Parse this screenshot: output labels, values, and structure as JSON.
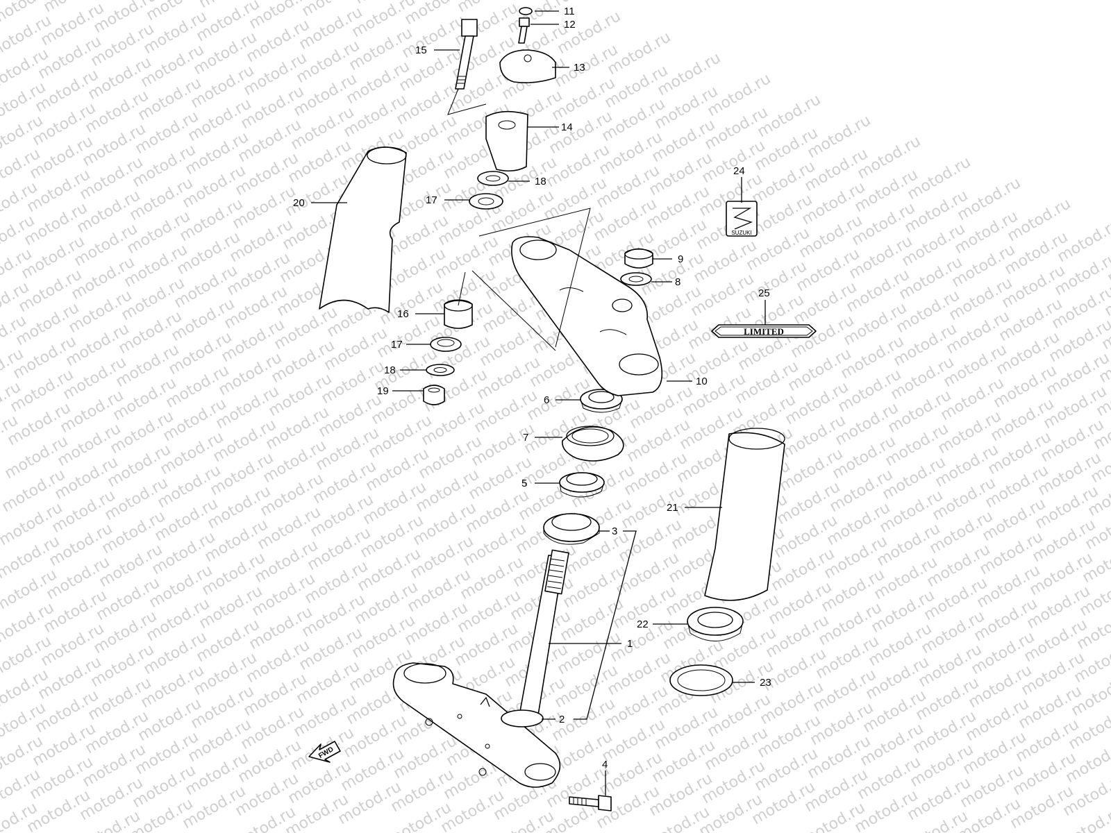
{
  "watermark": "motod.ru",
  "fwd_label": "FWD",
  "badge_24_text": "SUZUKI",
  "badge_25_text": "LIMITED",
  "callouts": {
    "c1": "1",
    "c2": "2",
    "c3": "3",
    "c4": "4",
    "c5": "5",
    "c6": "6",
    "c7": "7",
    "c8": "8",
    "c9": "9",
    "c10": "10",
    "c11": "11",
    "c12": "12",
    "c13": "13",
    "c14": "14",
    "c15": "15",
    "c16": "16",
    "c17a": "17",
    "c17b": "17",
    "c18a": "18",
    "c18b": "18",
    "c19": "19",
    "c20": "20",
    "c21": "21",
    "c22": "22",
    "c23": "23",
    "c24": "24",
    "c25": "25"
  }
}
